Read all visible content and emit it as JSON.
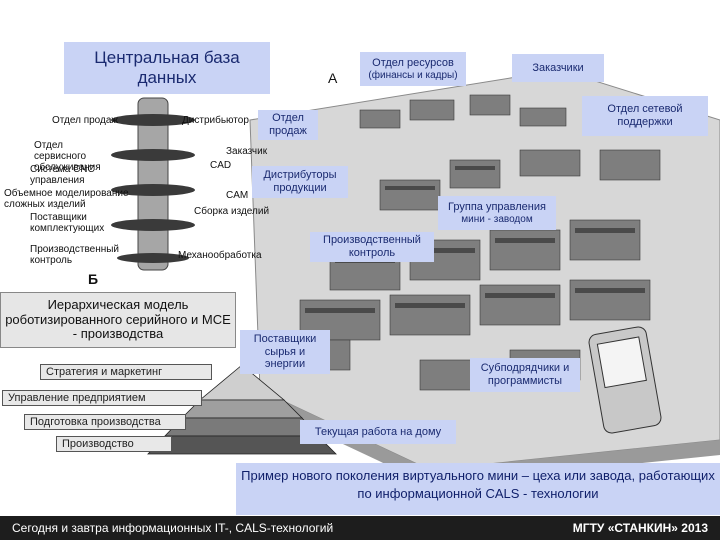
{
  "central_db": "Центральная база данных",
  "label_a": "А",
  "label_b": "Б",
  "dept_resources": "Отдел ресурсов",
  "dept_resources_sub": "(финансы и кадры)",
  "customers": "Заказчики",
  "network_support": "Отдел сетевой поддержки",
  "sales_dept": "Отдел продаж",
  "distributors": "Дистрибуторы продукции",
  "group_mgmt": "Группа управления",
  "group_mgmt_sub": "мини - заводом",
  "production_control": "Производственный контроль",
  "suppliers": "Поставщики сырья и энергии",
  "subcontractors": "Субподрядчики и программисты",
  "home_work": "Текущая работа на дому",
  "tower_labels": {
    "sales": "Отдел продаж",
    "distributor": "Дистрибьютор",
    "service": "Отдел сервисного обслуживания",
    "customers": "Заказчик",
    "cad": "CAD",
    "cnc": "Система CNC управления",
    "modeling": "Объемное моделирование сложных изделий",
    "cam": "CAM",
    "assembly": "Сборка изделий",
    "suppliers": "Поставщики комплектующих",
    "prod_control": "Производственный контроль",
    "machining": "Механообработка"
  },
  "hierarchy_title": "Иерархическая модель роботизированного серийного и МСЕ - производства",
  "pyramid": {
    "strategy": "Стратегия и маркетинг",
    "enterprise": "Управление предприятием",
    "prep": "Подготовка производства",
    "production": "Производство"
  },
  "caption": "Пример нового поколения виртуального мини – цеха или завода, работающих по информационной CALS - технологии",
  "footer_left": "Сегодня и завтра информационных IT-, CALS-технологий",
  "footer_right": "МГТУ «СТАНКИН» 2013"
}
